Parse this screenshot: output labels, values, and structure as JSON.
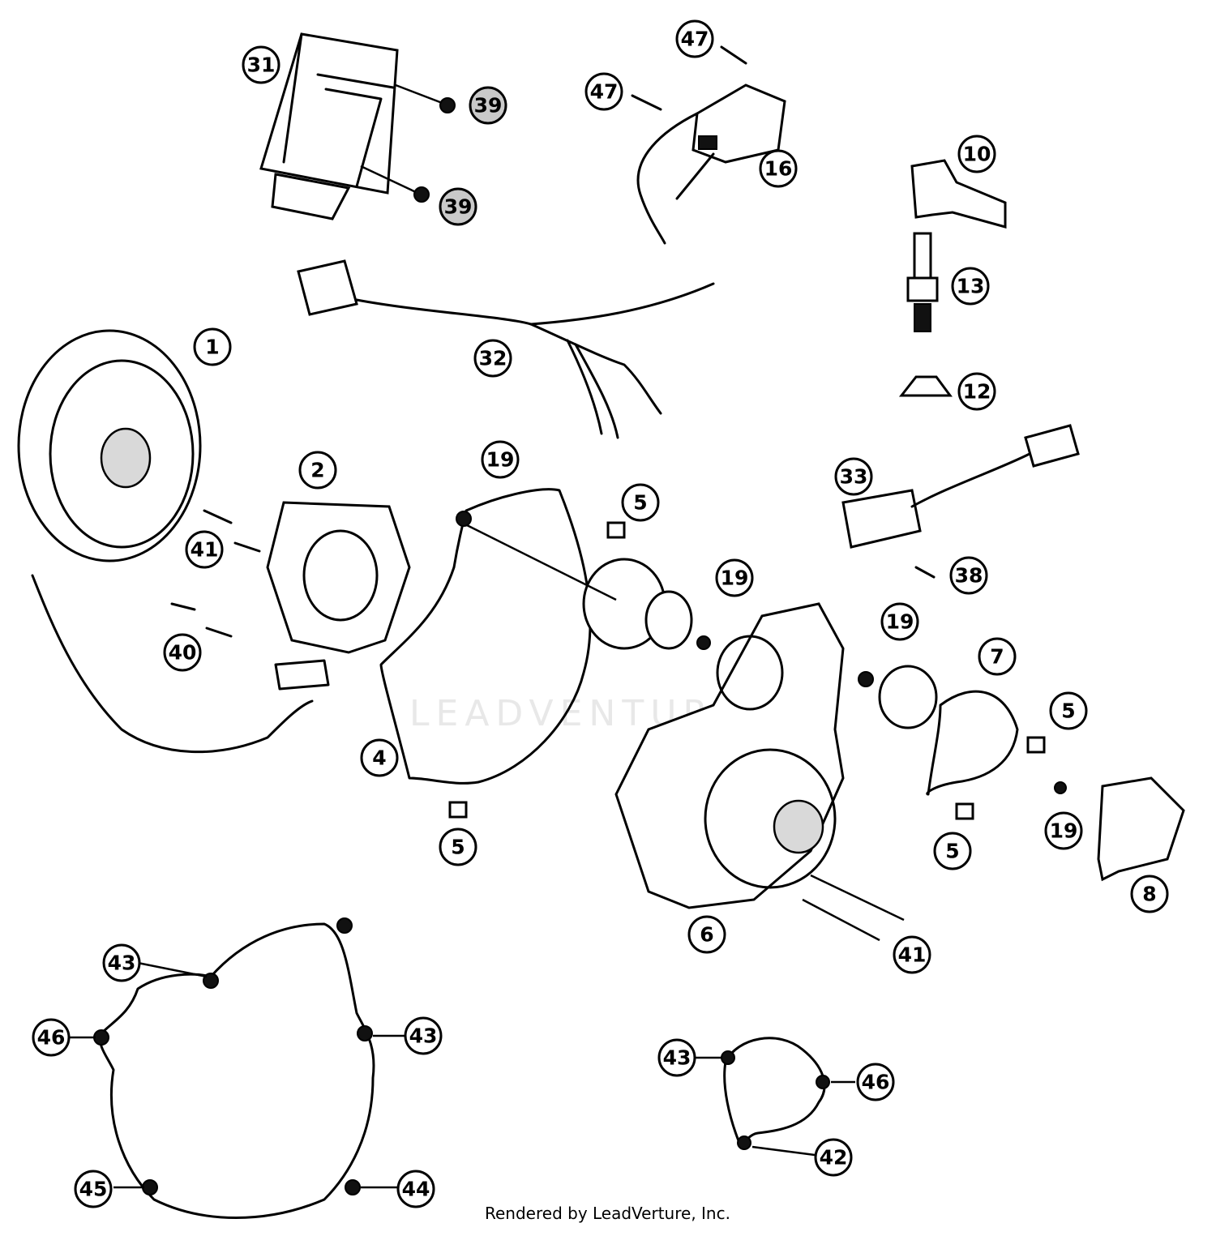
{
  "callouts": [
    {
      "id": "c1",
      "label": "1"
    },
    {
      "id": "c2",
      "label": "2"
    },
    {
      "id": "c4",
      "label": "4"
    },
    {
      "id": "c5a",
      "label": "5"
    },
    {
      "id": "c5b",
      "label": "5"
    },
    {
      "id": "c5c",
      "label": "5"
    },
    {
      "id": "c5d",
      "label": "5"
    },
    {
      "id": "c6",
      "label": "6"
    },
    {
      "id": "c7",
      "label": "7"
    },
    {
      "id": "c8",
      "label": "8"
    },
    {
      "id": "c10",
      "label": "10"
    },
    {
      "id": "c12",
      "label": "12"
    },
    {
      "id": "c13",
      "label": "13"
    },
    {
      "id": "c16",
      "label": "16"
    },
    {
      "id": "c19a",
      "label": "19"
    },
    {
      "id": "c19b",
      "label": "19"
    },
    {
      "id": "c19c",
      "label": "19"
    },
    {
      "id": "c19d",
      "label": "19"
    },
    {
      "id": "c31",
      "label": "31"
    },
    {
      "id": "c32",
      "label": "32"
    },
    {
      "id": "c33",
      "label": "33"
    },
    {
      "id": "c38",
      "label": "38"
    },
    {
      "id": "c39a",
      "label": "39"
    },
    {
      "id": "c39b",
      "label": "39"
    },
    {
      "id": "c40",
      "label": "40"
    },
    {
      "id": "c41a",
      "label": "41"
    },
    {
      "id": "c41b",
      "label": "41"
    },
    {
      "id": "c42",
      "label": "42"
    },
    {
      "id": "c43a",
      "label": "43"
    },
    {
      "id": "c43b",
      "label": "43"
    },
    {
      "id": "c43c",
      "label": "43"
    },
    {
      "id": "c44",
      "label": "44"
    },
    {
      "id": "c45",
      "label": "45"
    },
    {
      "id": "c46a",
      "label": "46"
    },
    {
      "id": "c46b",
      "label": "46"
    },
    {
      "id": "c47a",
      "label": "47"
    },
    {
      "id": "c47b",
      "label": "47"
    }
  ],
  "watermark": "LEADVENTURE",
  "credit": "Rendered by LeadVerture, Inc."
}
